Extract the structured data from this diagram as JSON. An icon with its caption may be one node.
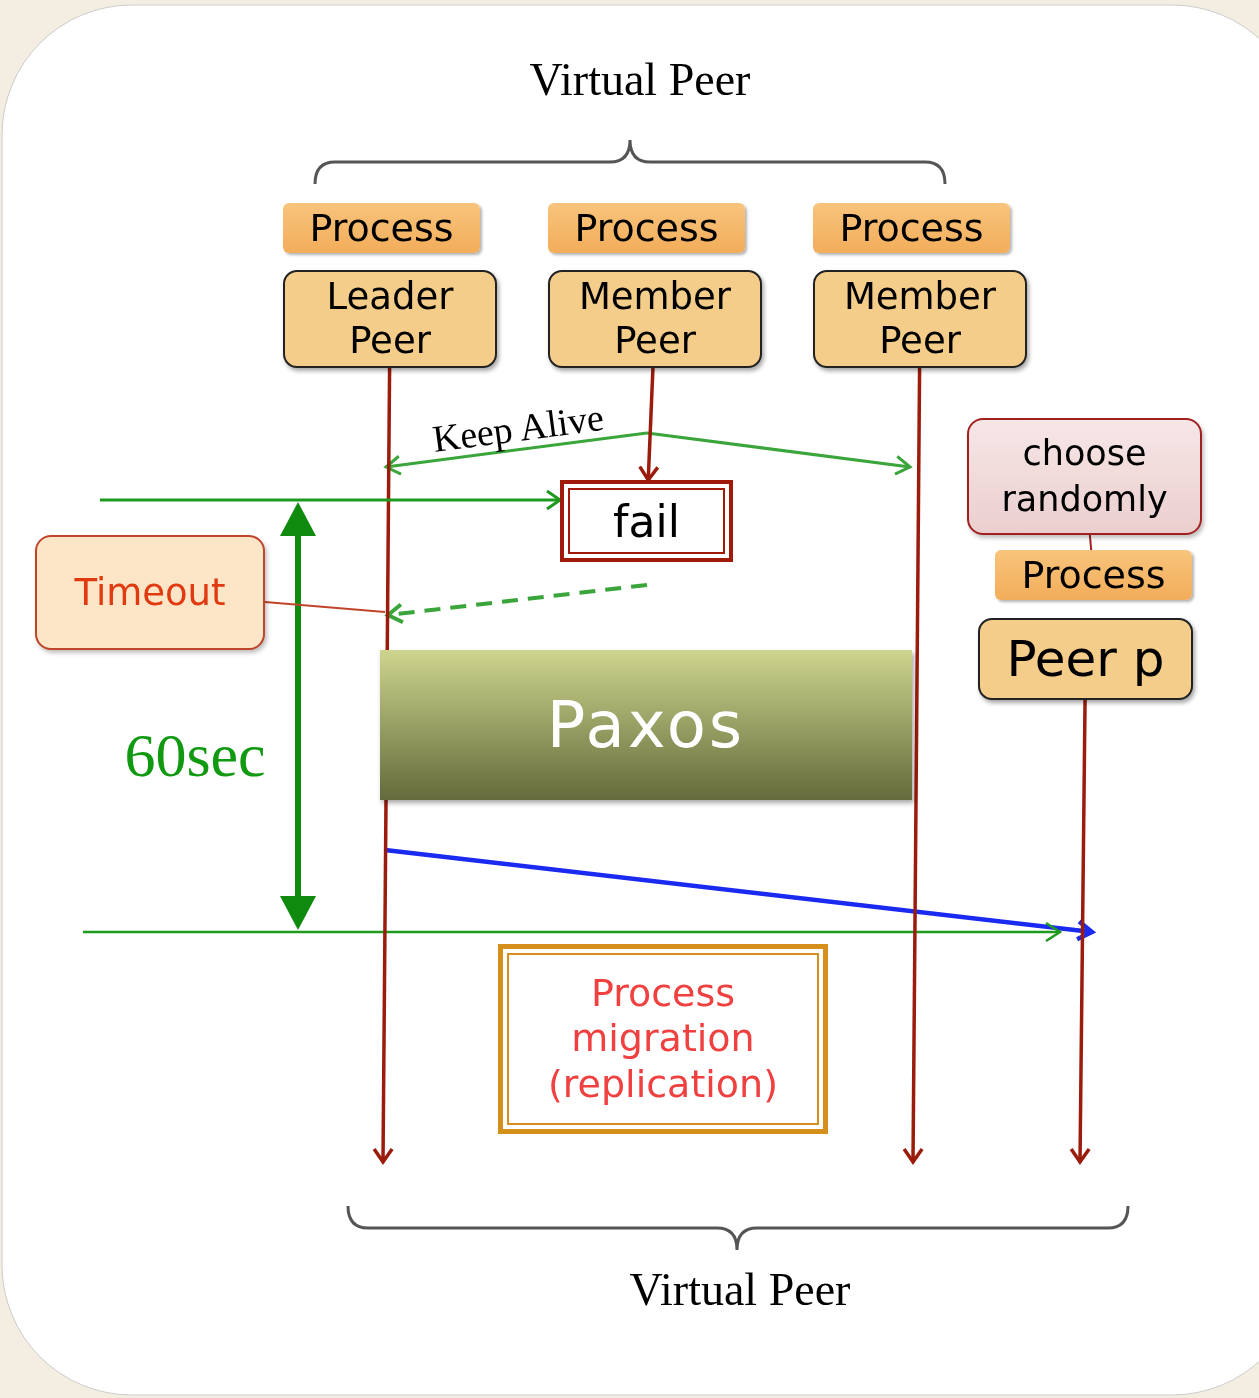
{
  "diagram": {
    "nodes": [
      {
        "text": [
          "Process"
        ]
      },
      {
        "text": [
          "Leader Peer"
        ]
      },
      {
        "text": [
          "Process"
        ]
      },
      {
        "text": [
          "Member Peer"
        ]
      },
      {
        "text": [
          "Process"
        ]
      },
      {
        "text": [
          "Member Peer"
        ]
      },
      {
        "text": [
          "fail"
        ]
      },
      {
        "text": [
          "Timeout"
        ]
      },
      {
        "text": [
          "Paxos"
        ]
      },
      {
        "text": [
          "choose randomly"
        ]
      },
      {
        "text": [
          "Process"
        ]
      },
      {
        "text": [
          "Peer p"
        ]
      },
      {
        "text": [
          "Process migration (replication)"
        ]
      }
    ],
    "edges": [
      {
        "from": 1,
        "to": null,
        "arrow": "to"
      },
      {
        "from": 3,
        "to": 6,
        "arrow": "to"
      },
      {
        "from": 5,
        "to": null,
        "arrow": "to"
      },
      {
        "from": 11,
        "to": null,
        "arrow": "to"
      },
      {
        "from": 7,
        "to": null,
        "arrow": "none",
        "color": "#c0442a"
      },
      {
        "from": 9,
        "to": 10,
        "arrow": "none",
        "color": "#a02020"
      },
      {
        "from": null,
        "to": 6,
        "arrow": "to",
        "color": "#1e9a1e"
      }
    ],
    "labels": [
      "Virtual Peer",
      "Keep Alive",
      "60sec",
      "Virtual Peer"
    ]
  }
}
